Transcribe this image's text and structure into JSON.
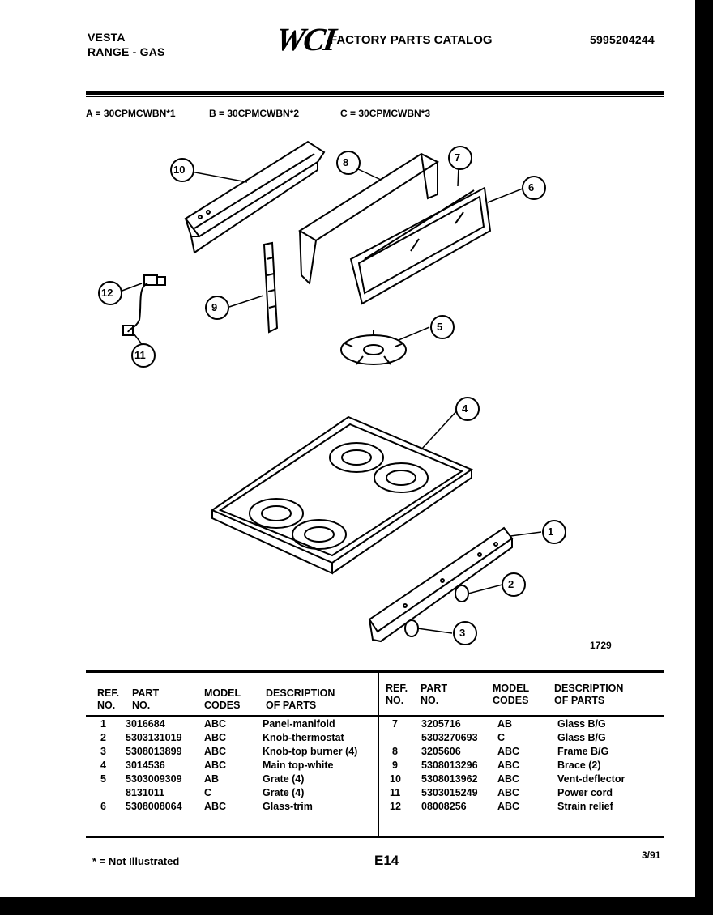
{
  "header": {
    "brand": "VESTA",
    "product": "RANGE - GAS",
    "logo": "WCI",
    "catalog_title": "FACTORY PARTS CATALOG",
    "catalog_number": "5995204244"
  },
  "models": [
    "A = 30CPMCWBN*1",
    "B = 30CPMCWBN*2",
    "C = 30CPMCWBN*3"
  ],
  "diagram": {
    "callouts": [
      "1",
      "2",
      "3",
      "4",
      "5",
      "6",
      "7",
      "8",
      "9",
      "10",
      "11",
      "12"
    ],
    "figure_number": "1729"
  },
  "table": {
    "headers": {
      "ref_no": [
        "REF.",
        "NO."
      ],
      "part_no": [
        "PART",
        "NO."
      ],
      "model_codes": [
        "MODEL",
        "CODES"
      ],
      "description": [
        "DESCRIPTION",
        "OF PARTS"
      ]
    },
    "left_rows": [
      {
        "ref": "1",
        "part": "3016684",
        "codes": "ABC",
        "desc": "Panel-manifold"
      },
      {
        "ref": "2",
        "part": "5303131019",
        "codes": "ABC",
        "desc": "Knob-thermostat"
      },
      {
        "ref": "3",
        "part": "5308013899",
        "codes": "ABC",
        "desc": "Knob-top burner (4)"
      },
      {
        "ref": "4",
        "part": "3014536",
        "codes": "ABC",
        "desc": "Main top-white"
      },
      {
        "ref": "5",
        "part": "5303009309",
        "codes": "AB",
        "desc": "Grate (4)"
      },
      {
        "ref": "",
        "part": "8131011",
        "codes": "C",
        "desc": "Grate (4)"
      },
      {
        "ref": "6",
        "part": "5308008064",
        "codes": "ABC",
        "desc": "Glass-trim"
      }
    ],
    "right_rows": [
      {
        "ref": "7",
        "part": "3205716",
        "codes": "AB",
        "desc": "Glass B/G"
      },
      {
        "ref": "",
        "part": "5303270693",
        "codes": "C",
        "desc": "Glass B/G"
      },
      {
        "ref": "8",
        "part": "3205606",
        "codes": "ABC",
        "desc": "Frame B/G"
      },
      {
        "ref": "9",
        "part": "5308013296",
        "codes": "ABC",
        "desc": "Brace (2)"
      },
      {
        "ref": "10",
        "part": "5308013962",
        "codes": "ABC",
        "desc": "Vent-deflector"
      },
      {
        "ref": "11",
        "part": "5303015249",
        "codes": "ABC",
        "desc": "Power cord"
      },
      {
        "ref": "12",
        "part": "08008256",
        "codes": "ABC",
        "desc": "Strain relief"
      }
    ]
  },
  "footer": {
    "note": "* = Not Illustrated",
    "page_code": "E14",
    "date": "3/91"
  }
}
